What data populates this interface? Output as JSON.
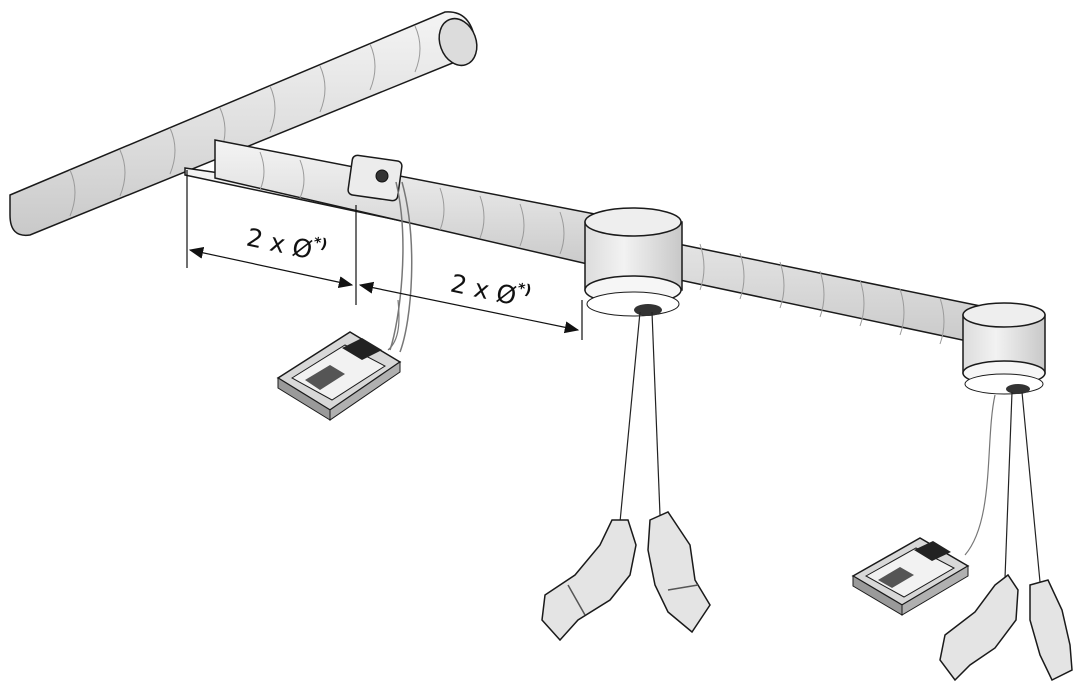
{
  "figure": {
    "dimension_1": {
      "text": "2 x Ø",
      "footnote_mark": "*)"
    },
    "dimension_2": {
      "text": "2 x Ø",
      "footnote_mark": "*)"
    }
  },
  "components": {
    "main_duct": "main-duct",
    "branch_duct": "branch-duct",
    "measuring_port": "measuring-port",
    "hood_1": "capture-hood-1",
    "hood_2": "capture-hood-2",
    "meter_1": "handheld-meter-1",
    "meter_2": "handheld-meter-2"
  },
  "colors": {
    "duct_fill": "#e2e2e2",
    "outline": "#1a1a1a",
    "meter_body": "#d8d8d8",
    "screen": "#222222"
  }
}
